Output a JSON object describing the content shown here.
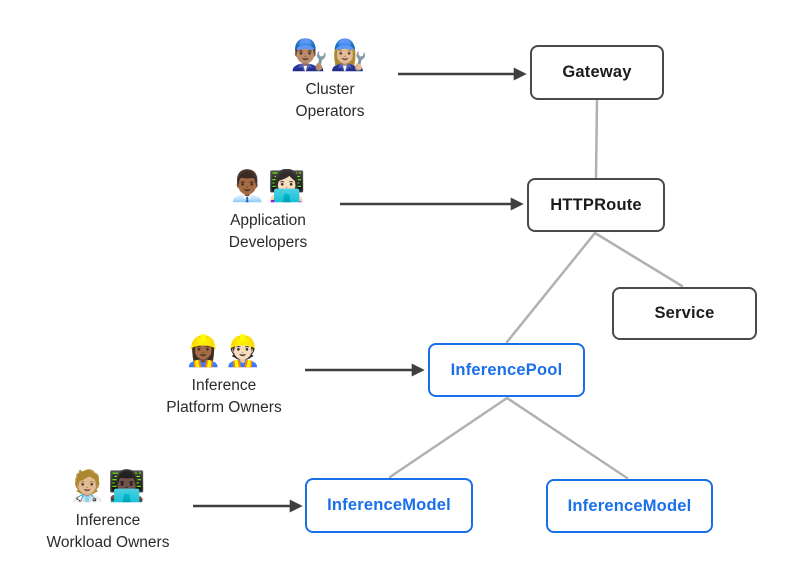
{
  "diagram": {
    "colors": {
      "core_border": "#4a4a4a",
      "core_text": "#1c1c1c",
      "inference_accent": "#1a70e8",
      "connector_gray": "#b1b1b1",
      "arrow_dark": "#3f3f3f",
      "background": "#ffffff"
    },
    "nodes": [
      {
        "id": "gateway",
        "label": "Gateway",
        "kind": "core"
      },
      {
        "id": "httproute",
        "label": "HTTPRoute",
        "kind": "core"
      },
      {
        "id": "service",
        "label": "Service",
        "kind": "core"
      },
      {
        "id": "inferencepool",
        "label": "InferencePool",
        "kind": "inference"
      },
      {
        "id": "inferencemodel-1",
        "label": "InferenceModel",
        "kind": "inference"
      },
      {
        "id": "inferencemodel-2",
        "label": "InferenceModel",
        "kind": "inference"
      }
    ],
    "edges": [
      {
        "from": "gateway",
        "to": "httproute"
      },
      {
        "from": "httproute",
        "to": "service"
      },
      {
        "from": "httproute",
        "to": "inferencepool"
      },
      {
        "from": "inferencepool",
        "to": "inferencemodel-1"
      },
      {
        "from": "inferencepool",
        "to": "inferencemodel-2"
      }
    ],
    "personas": [
      {
        "id": "cluster-operators",
        "emoji": "👨🏽‍🔧👩🏼‍🔧",
        "label_lines": [
          "Cluster",
          "Operators"
        ],
        "arrow_to": "Gateway"
      },
      {
        "id": "application-developers",
        "emoji": "👨🏾‍💼👩🏻‍💻",
        "label_lines": [
          "Application",
          "Developers"
        ],
        "arrow_to": "HTTPRoute"
      },
      {
        "id": "inference-platform-owners",
        "emoji": "👷🏾‍♀️👷🏻",
        "label_lines": [
          "Inference",
          "Platform Owners"
        ],
        "arrow_to": "InferencePool"
      },
      {
        "id": "inference-workload-owners",
        "emoji": "🧑🏼‍⚕️👨🏿‍💻",
        "label_lines": [
          "Inference",
          "Workload Owners"
        ],
        "arrow_to": "InferenceModel"
      }
    ]
  }
}
